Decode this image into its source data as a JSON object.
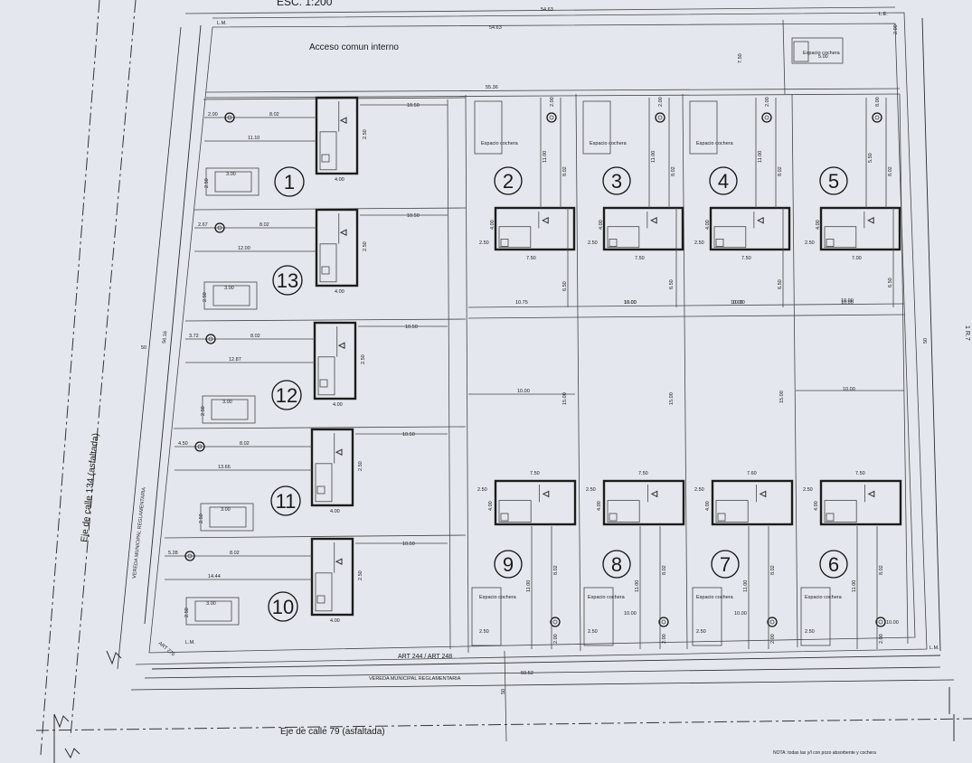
{
  "header": {
    "scale": "ESC. 1:200"
  },
  "top_note": "Acceso comun interno",
  "streets": {
    "bottom_axis": "Eje de calle 79 (asfaltada)",
    "left_axis": "Eje de calle 134 (asfaltada)",
    "bottom_sidewalk": "VEREDA MUNICIPAL REGLAMENTARIA",
    "left_sidewalk": "VEREDA MUNICIPAL REGLAMENTARIA"
  },
  "article_label": "ART 244 / ART 248",
  "art_small": "ART 270",
  "note": "NOTA: todas las y/l con pozo absorbente y cochera",
  "right_margin_mark": "1 R.7",
  "line_marks": {
    "lm": "L.M.",
    "le": "L.E."
  },
  "top_dims": [
    "54.63",
    "54.63",
    "55.36"
  ],
  "left_dims": [
    "56.16",
    "50",
    "50"
  ],
  "bottom_dims": [
    "59.52",
    "50",
    "10.00",
    "10.00",
    "10.00"
  ],
  "left_column_lots": [
    {
      "number": "1",
      "dims": [
        "2.00",
        "8.02",
        "11.10",
        "10.50",
        "2.50",
        "4.00",
        "2.50",
        "3.00"
      ]
    },
    {
      "number": "13",
      "dims": [
        "2.67",
        "8.02",
        "12.00",
        "10.50",
        "2.50",
        "4.00",
        "2.50",
        "3.00"
      ]
    },
    {
      "number": "12",
      "dims": [
        "3.72",
        "8.02",
        "12.87",
        "10.50",
        "2.50",
        "4.00",
        "2.50",
        "3.00"
      ]
    },
    {
      "number": "11",
      "dims": [
        "4.50",
        "8.02",
        "13.66",
        "10.50",
        "2.50",
        "4.00",
        "2.50",
        "3.00"
      ]
    },
    {
      "number": "10",
      "dims": [
        "5.28",
        "8.02",
        "14.44",
        "10.50",
        "2.50",
        "4.00",
        "2.50",
        "3.00"
      ]
    }
  ],
  "top_row_lots": [
    {
      "number": "2",
      "dims": [
        "2.00",
        "11.00",
        "8.02",
        "7.50",
        "4.00",
        "2.50",
        "10.75",
        "2.50"
      ],
      "parking": "Espacio cochera"
    },
    {
      "number": "3",
      "dims": [
        "2.00",
        "11.00",
        "8.02",
        "7.50",
        "4.00",
        "2.50",
        "10.00",
        "2.50"
      ],
      "parking": "Espacio cochera"
    },
    {
      "number": "4",
      "dims": [
        "2.00",
        "11.00",
        "8.02",
        "7.50",
        "4.00",
        "2.50",
        "10.00",
        "2.50"
      ],
      "parking": "Espacio cochera"
    },
    {
      "number": "5",
      "dims": [
        "8.00",
        "5.50",
        "8.02",
        "7.00",
        "4.00",
        "2.50",
        "10.00",
        "2.50"
      ],
      "parking": "Espacio cochera"
    }
  ],
  "bottom_row_lots": [
    {
      "number": "9",
      "dims": [
        "7.50",
        "2.50",
        "4.00",
        "11.00",
        "8.02",
        "2.00",
        "2.50"
      ],
      "parking": "Espacio cochera"
    },
    {
      "number": "8",
      "dims": [
        "7.50",
        "2.50",
        "4.00",
        "11.00",
        "8.02",
        "2.00",
        "2.50"
      ],
      "parking": "Espacio cochera"
    },
    {
      "number": "7",
      "dims": [
        "7.60",
        "2.50",
        "4.00",
        "11.00",
        "8.02",
        "2.00",
        "2.50"
      ],
      "parking": "Espacio cochera"
    },
    {
      "number": "6",
      "dims": [
        "7.50",
        "2.50",
        "4.00",
        "11.00",
        "8.02",
        "2.00",
        "2.50"
      ],
      "parking": "Espacio cochera"
    }
  ],
  "middle_dims": [
    "10.00",
    "10.00",
    "10.00",
    "10.00",
    "15.00",
    "15.00",
    "15.00",
    "6.50",
    "6.50",
    "6.50",
    "6.50",
    "10.00",
    "10.00",
    "10.00",
    "10.00"
  ],
  "colors": {
    "paper": "#e4e8ee",
    "ink": "#1c1c1c"
  }
}
